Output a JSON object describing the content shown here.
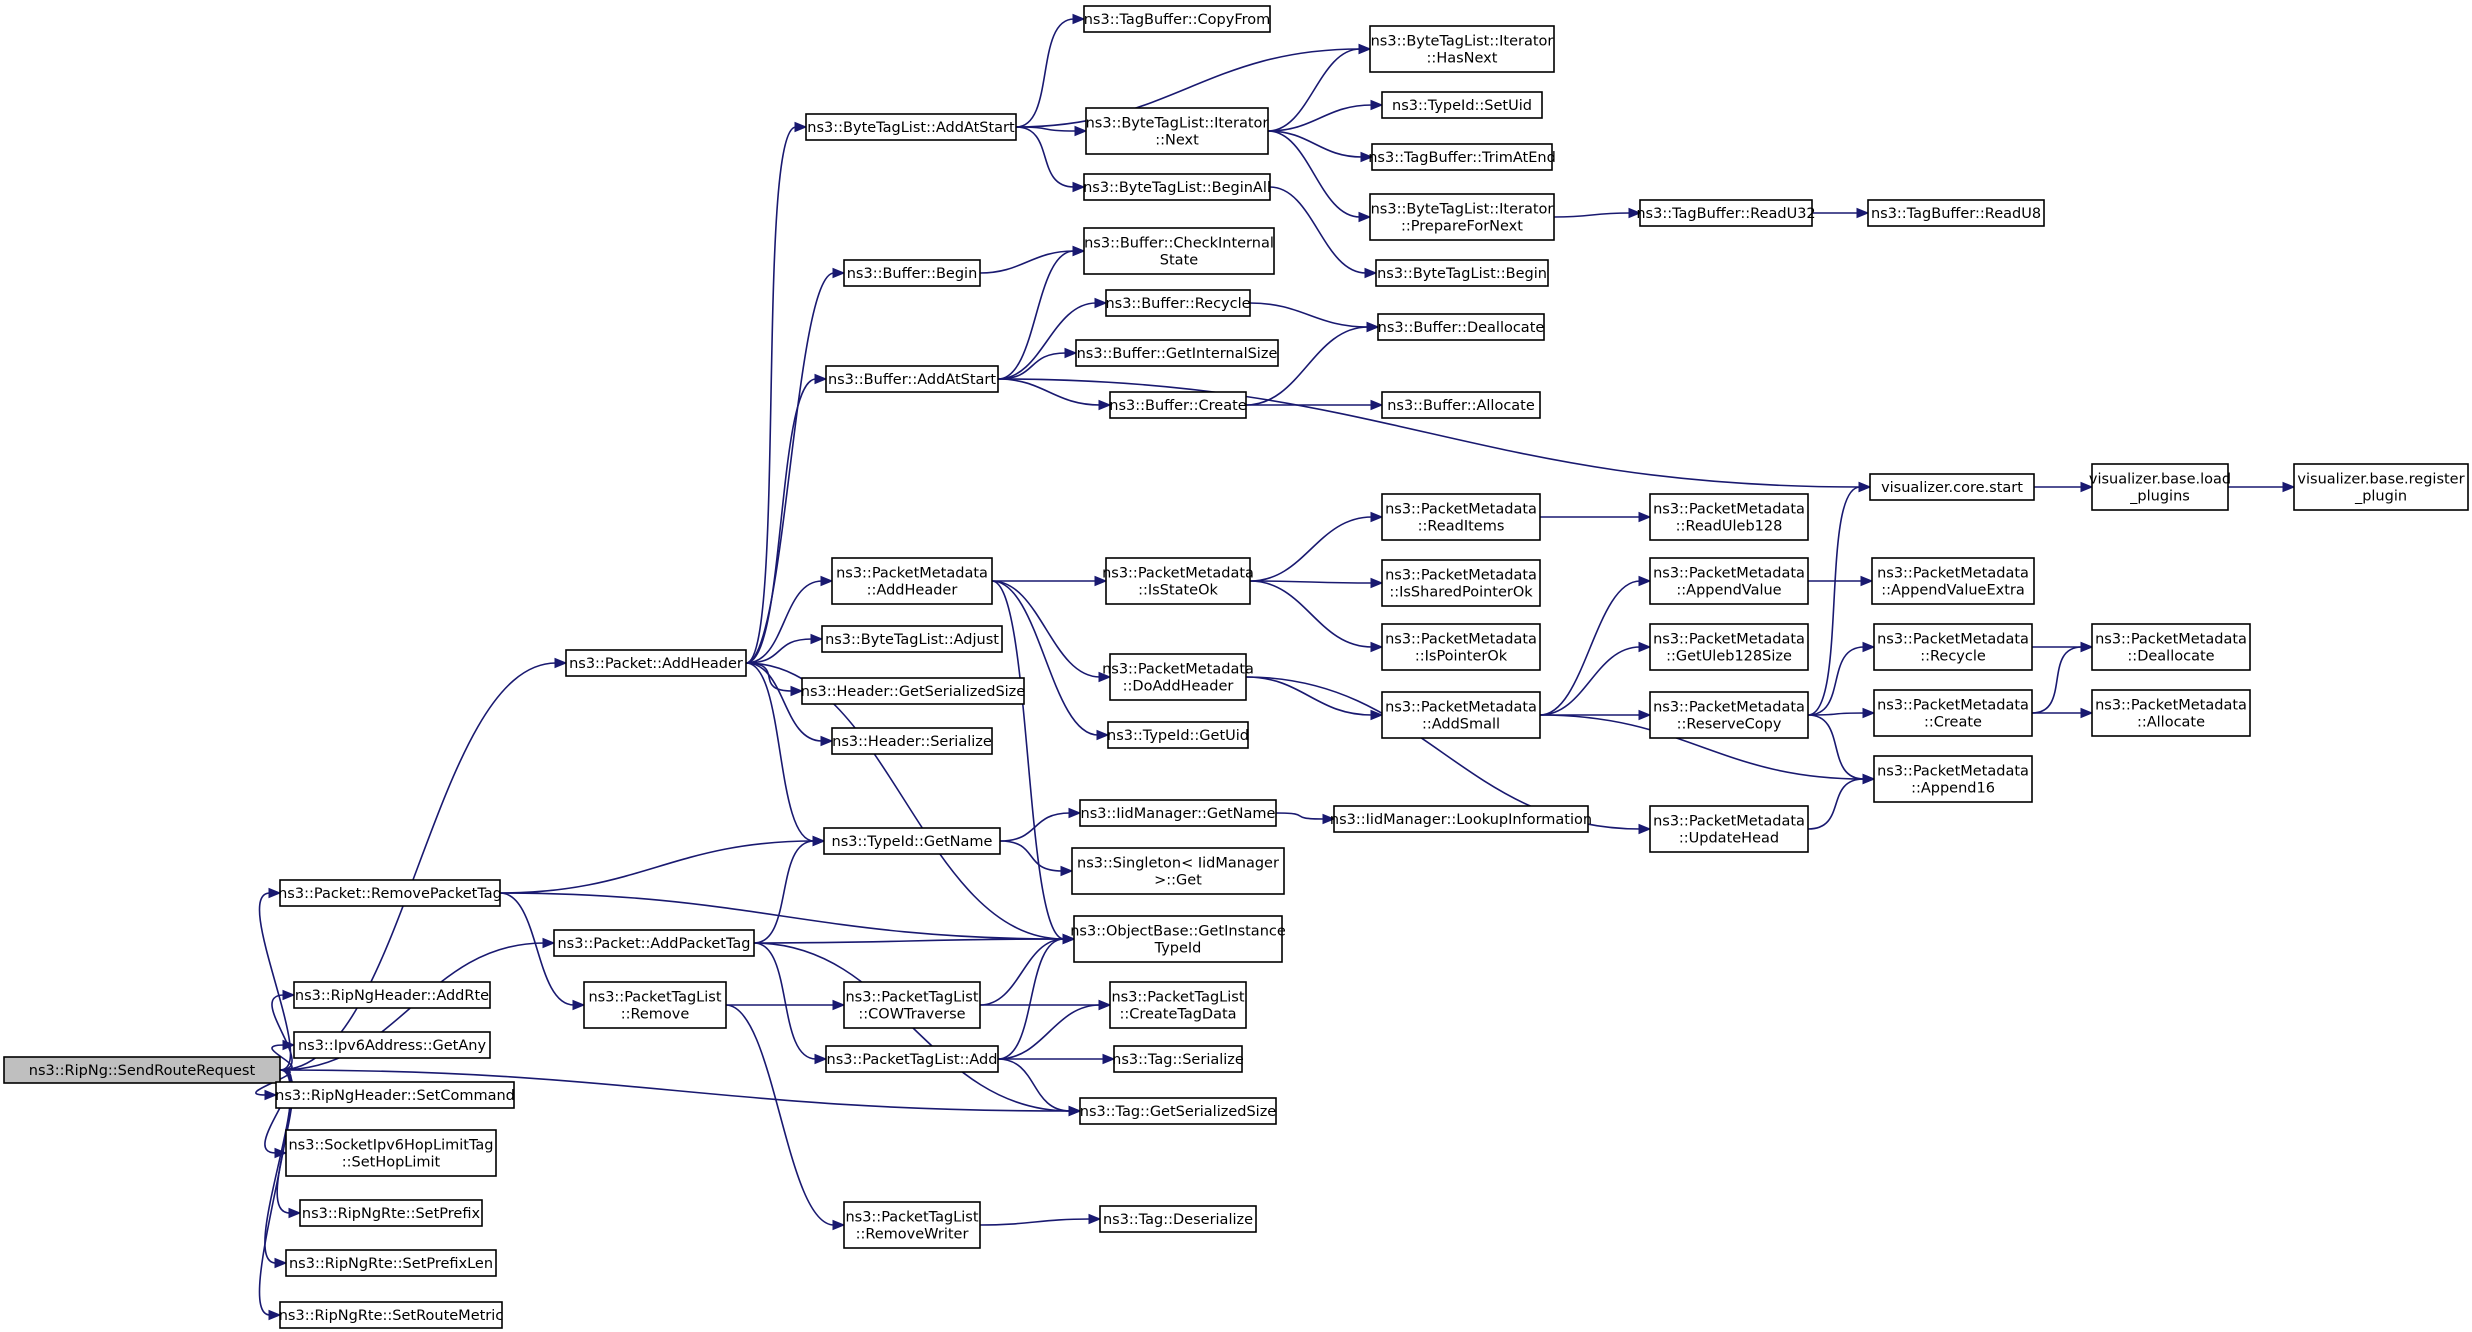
{
  "graph": {
    "nodes": [
      {
        "id": "n0",
        "lines": [
          "ns3::RipNg::SendRouteRequest"
        ],
        "root": true
      },
      {
        "id": "n1",
        "lines": [
          "ns3::Packet::AddHeader"
        ]
      },
      {
        "id": "n2",
        "lines": [
          "ns3::Packet::RemovePacketTag"
        ]
      },
      {
        "id": "n3",
        "lines": [
          "ns3::Packet::AddPacketTag"
        ]
      },
      {
        "id": "n4",
        "lines": [
          "ns3::RipNgHeader::AddRte"
        ]
      },
      {
        "id": "n5",
        "lines": [
          "ns3::Ipv6Address::GetAny"
        ]
      },
      {
        "id": "n6",
        "lines": [
          "ns3::RipNgHeader::SetCommand"
        ]
      },
      {
        "id": "n7",
        "lines": [
          "ns3::SocketIpv6HopLimitTag",
          "::SetHopLimit"
        ]
      },
      {
        "id": "n8",
        "lines": [
          "ns3::RipNgRte::SetPrefix"
        ]
      },
      {
        "id": "n9",
        "lines": [
          "ns3::RipNgRte::SetPrefixLen"
        ]
      },
      {
        "id": "n10",
        "lines": [
          "ns3::RipNgRte::SetRouteMetric"
        ]
      },
      {
        "id": "n11",
        "lines": [
          "ns3::PacketTagList",
          "::Remove"
        ]
      },
      {
        "id": "n12",
        "lines": [
          "ns3::ByteTagList::AddAtStart"
        ]
      },
      {
        "id": "n13",
        "lines": [
          "ns3::Buffer::Begin"
        ]
      },
      {
        "id": "n14",
        "lines": [
          "ns3::Buffer::AddAtStart"
        ]
      },
      {
        "id": "n15",
        "lines": [
          "ns3::PacketMetadata",
          "::AddHeader"
        ]
      },
      {
        "id": "n16",
        "lines": [
          "ns3::ByteTagList::Adjust"
        ]
      },
      {
        "id": "n17",
        "lines": [
          "ns3::Header::GetSerializedSize"
        ]
      },
      {
        "id": "n18",
        "lines": [
          "ns3::Header::Serialize"
        ]
      },
      {
        "id": "n19",
        "lines": [
          "ns3::TypeId::GetName"
        ]
      },
      {
        "id": "n20",
        "lines": [
          "ns3::PacketTagList",
          "::COWTraverse"
        ]
      },
      {
        "id": "n21",
        "lines": [
          "ns3::PacketTagList::Add"
        ]
      },
      {
        "id": "n22",
        "lines": [
          "ns3::PacketTagList",
          "::RemoveWriter"
        ]
      },
      {
        "id": "n23",
        "lines": [
          "ns3::TagBuffer::CopyFrom"
        ]
      },
      {
        "id": "n24",
        "lines": [
          "ns3::ByteTagList::Iterator",
          "::Next"
        ]
      },
      {
        "id": "n25",
        "lines": [
          "ns3::ByteTagList::BeginAll"
        ]
      },
      {
        "id": "n26",
        "lines": [
          "ns3::Buffer::CheckInternal",
          "State"
        ]
      },
      {
        "id": "n27",
        "lines": [
          "ns3::Buffer::Recycle"
        ]
      },
      {
        "id": "n28",
        "lines": [
          "ns3::Buffer::GetInternalSize"
        ]
      },
      {
        "id": "n29",
        "lines": [
          "ns3::Buffer::Create"
        ]
      },
      {
        "id": "n30",
        "lines": [
          "ns3::PacketMetadata",
          "::IsStateOk"
        ]
      },
      {
        "id": "n31",
        "lines": [
          "ns3::PacketMetadata",
          "::DoAddHeader"
        ]
      },
      {
        "id": "n32",
        "lines": [
          "ns3::TypeId::GetUid"
        ]
      },
      {
        "id": "n33",
        "lines": [
          "ns3::IidManager::GetName"
        ]
      },
      {
        "id": "n34",
        "lines": [
          "ns3::Singleton< IidManager",
          " >::Get"
        ]
      },
      {
        "id": "n35",
        "lines": [
          "ns3::ObjectBase::GetInstance",
          "TypeId"
        ]
      },
      {
        "id": "n36",
        "lines": [
          "ns3::PacketTagList",
          "::CreateTagData"
        ]
      },
      {
        "id": "n37",
        "lines": [
          "ns3::Tag::Serialize"
        ]
      },
      {
        "id": "n38",
        "lines": [
          "ns3::Tag::GetSerializedSize"
        ]
      },
      {
        "id": "n39",
        "lines": [
          "ns3::Tag::Deserialize"
        ]
      },
      {
        "id": "n40",
        "lines": [
          "ns3::ByteTagList::Iterator",
          "::HasNext"
        ]
      },
      {
        "id": "n41",
        "lines": [
          "ns3::TypeId::SetUid"
        ]
      },
      {
        "id": "n42",
        "lines": [
          "ns3::TagBuffer::TrimAtEnd"
        ]
      },
      {
        "id": "n43",
        "lines": [
          "ns3::ByteTagList::Iterator",
          "::PrepareForNext"
        ]
      },
      {
        "id": "n44",
        "lines": [
          "ns3::ByteTagList::Begin"
        ]
      },
      {
        "id": "n45",
        "lines": [
          "ns3::Buffer::Deallocate"
        ]
      },
      {
        "id": "n46",
        "lines": [
          "ns3::Buffer::Allocate"
        ]
      },
      {
        "id": "n47",
        "lines": [
          "ns3::PacketMetadata",
          "::ReadItems"
        ]
      },
      {
        "id": "n48",
        "lines": [
          "ns3::PacketMetadata",
          "::IsSharedPointerOk"
        ]
      },
      {
        "id": "n49",
        "lines": [
          "ns3::PacketMetadata",
          "::IsPointerOk"
        ]
      },
      {
        "id": "n50",
        "lines": [
          "ns3::PacketMetadata",
          "::AddSmall"
        ]
      },
      {
        "id": "n51",
        "lines": [
          "ns3::IidManager::LookupInformation"
        ]
      },
      {
        "id": "n52",
        "lines": [
          "visualizer.core.start"
        ]
      },
      {
        "id": "n53",
        "lines": [
          "ns3::TagBuffer::ReadU32"
        ]
      },
      {
        "id": "n54",
        "lines": [
          "ns3::PacketMetadata",
          "::ReadUleb128"
        ]
      },
      {
        "id": "n55",
        "lines": [
          "ns3::PacketMetadata",
          "::AppendValue"
        ]
      },
      {
        "id": "n56",
        "lines": [
          "ns3::PacketMetadata",
          "::GetUleb128Size"
        ]
      },
      {
        "id": "n57",
        "lines": [
          "ns3::PacketMetadata",
          "::ReserveCopy"
        ]
      },
      {
        "id": "n58",
        "lines": [
          "ns3::PacketMetadata",
          "::UpdateHead"
        ]
      },
      {
        "id": "n59",
        "lines": [
          "ns3::TagBuffer::ReadU8"
        ]
      },
      {
        "id": "n60",
        "lines": [
          "visualizer.base.load",
          "_plugins"
        ]
      },
      {
        "id": "n61",
        "lines": [
          "ns3::PacketMetadata",
          "::AppendValueExtra"
        ]
      },
      {
        "id": "n62",
        "lines": [
          "ns3::PacketMetadata",
          "::Recycle"
        ]
      },
      {
        "id": "n63",
        "lines": [
          "ns3::PacketMetadata",
          "::Create"
        ]
      },
      {
        "id": "n64",
        "lines": [
          "ns3::PacketMetadata",
          "::Append16"
        ]
      },
      {
        "id": "n65",
        "lines": [
          "visualizer.base.register",
          "_plugin"
        ]
      },
      {
        "id": "n66",
        "lines": [
          "ns3::PacketMetadata",
          "::Deallocate"
        ]
      },
      {
        "id": "n67",
        "lines": [
          "ns3::PacketMetadata",
          "::Allocate"
        ]
      }
    ],
    "edges": [
      [
        "n0",
        "n1"
      ],
      [
        "n0",
        "n2"
      ],
      [
        "n0",
        "n3"
      ],
      [
        "n0",
        "n4"
      ],
      [
        "n0",
        "n5"
      ],
      [
        "n0",
        "n6"
      ],
      [
        "n0",
        "n7"
      ],
      [
        "n0",
        "n8"
      ],
      [
        "n0",
        "n9"
      ],
      [
        "n0",
        "n10"
      ],
      [
        "n0",
        "n38"
      ],
      [
        "n1",
        "n12"
      ],
      [
        "n1",
        "n13"
      ],
      [
        "n1",
        "n14"
      ],
      [
        "n1",
        "n15"
      ],
      [
        "n1",
        "n16"
      ],
      [
        "n1",
        "n17"
      ],
      [
        "n1",
        "n18"
      ],
      [
        "n1",
        "n19"
      ],
      [
        "n1",
        "n35"
      ],
      [
        "n2",
        "n19"
      ],
      [
        "n2",
        "n35"
      ],
      [
        "n2",
        "n11"
      ],
      [
        "n3",
        "n19"
      ],
      [
        "n3",
        "n35"
      ],
      [
        "n3",
        "n21"
      ],
      [
        "n3",
        "n38"
      ],
      [
        "n11",
        "n20"
      ],
      [
        "n11",
        "n22"
      ],
      [
        "n12",
        "n23"
      ],
      [
        "n12",
        "n40"
      ],
      [
        "n12",
        "n24"
      ],
      [
        "n12",
        "n25"
      ],
      [
        "n13",
        "n26"
      ],
      [
        "n14",
        "n26"
      ],
      [
        "n14",
        "n27"
      ],
      [
        "n14",
        "n28"
      ],
      [
        "n14",
        "n29"
      ],
      [
        "n14",
        "n52"
      ],
      [
        "n15",
        "n30"
      ],
      [
        "n15",
        "n31"
      ],
      [
        "n15",
        "n32"
      ],
      [
        "n15",
        "n35"
      ],
      [
        "n19",
        "n33"
      ],
      [
        "n19",
        "n34"
      ],
      [
        "n20",
        "n35"
      ],
      [
        "n20",
        "n36"
      ],
      [
        "n21",
        "n35"
      ],
      [
        "n21",
        "n36"
      ],
      [
        "n21",
        "n37"
      ],
      [
        "n21",
        "n38"
      ],
      [
        "n22",
        "n39"
      ],
      [
        "n24",
        "n40"
      ],
      [
        "n24",
        "n41"
      ],
      [
        "n24",
        "n42"
      ],
      [
        "n24",
        "n43"
      ],
      [
        "n25",
        "n44"
      ],
      [
        "n27",
        "n45"
      ],
      [
        "n29",
        "n45"
      ],
      [
        "n29",
        "n46"
      ],
      [
        "n30",
        "n47"
      ],
      [
        "n30",
        "n48"
      ],
      [
        "n30",
        "n49"
      ],
      [
        "n31",
        "n50"
      ],
      [
        "n31",
        "n58"
      ],
      [
        "n33",
        "n51"
      ],
      [
        "n43",
        "n53"
      ],
      [
        "n47",
        "n54"
      ],
      [
        "n50",
        "n55"
      ],
      [
        "n50",
        "n56"
      ],
      [
        "n50",
        "n57"
      ],
      [
        "n50",
        "n64"
      ],
      [
        "n52",
        "n60"
      ],
      [
        "n53",
        "n59"
      ],
      [
        "n55",
        "n61"
      ],
      [
        "n57",
        "n52"
      ],
      [
        "n57",
        "n62"
      ],
      [
        "n57",
        "n63"
      ],
      [
        "n57",
        "n64"
      ],
      [
        "n58",
        "n64"
      ],
      [
        "n60",
        "n65"
      ],
      [
        "n62",
        "n66"
      ],
      [
        "n63",
        "n66"
      ],
      [
        "n63",
        "n67"
      ]
    ]
  }
}
